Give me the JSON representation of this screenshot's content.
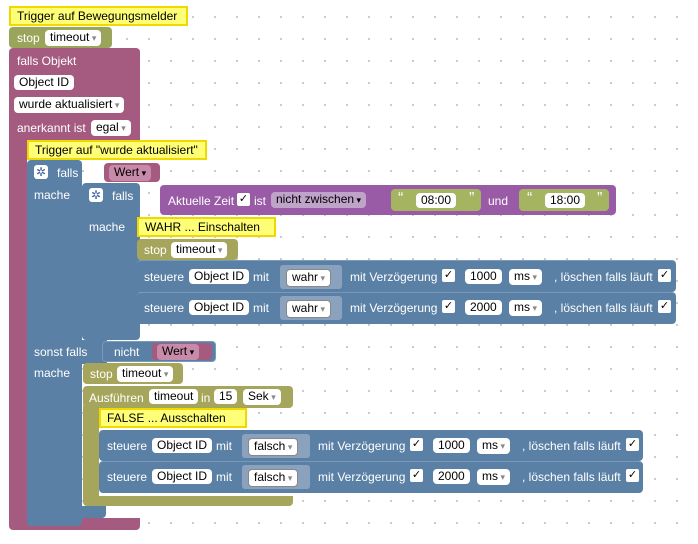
{
  "main": {
    "comment_title": "Trigger auf Bewegungsmelder",
    "stop_label": "stop",
    "stop_value": "timeout",
    "falls_objekt": "falls Objekt",
    "object_id": "Object ID",
    "wurde_aktualisiert": "wurde aktualisiert",
    "anerkannt_ist": "anerkannt ist",
    "egal": "egal"
  },
  "trigger": {
    "comment": "Trigger auf \"wurde aktualisiert\"",
    "falls": "falls",
    "wert": "Wert",
    "mache": "mache",
    "sonst_falls": "sonst falls",
    "nicht": "nicht"
  },
  "inner": {
    "falls": "falls",
    "aktuelle_zeit": "Aktuelle Zeit",
    "ist": "ist",
    "nicht_zwischen": "nicht zwischen",
    "quote": "“",
    "quote_close": "”",
    "time_from": "08:00",
    "und": "und",
    "time_to": "18:00",
    "mache": "mache"
  },
  "wahr": {
    "comment": "WAHR  ...  Einschalten",
    "steuere": "steuere",
    "object_id": "Object ID",
    "mit": "mit",
    "value": "wahr",
    "mit_verzoegerung": "mit Verzögerung",
    "delay1": "1000",
    "delay2": "2000",
    "unit": "ms",
    "loeschen": ", löschen falls läuft"
  },
  "sonst": {
    "mache": "mache",
    "ausfuehren": "Ausführen",
    "timeout": "timeout",
    "in": "in",
    "amount": "15",
    "unit": "Sek"
  },
  "falsch": {
    "comment": "FALSE  ...  Ausschalten",
    "value": "falsch"
  },
  "check": "✓",
  "gear": "✲",
  "colors": {
    "events": "#a55b80",
    "logic": "#5b80a5",
    "timeouts": "#a5a55b",
    "time": "#995ba5",
    "comment_bg": "#fefe77",
    "comment_border": "#f0d800"
  }
}
